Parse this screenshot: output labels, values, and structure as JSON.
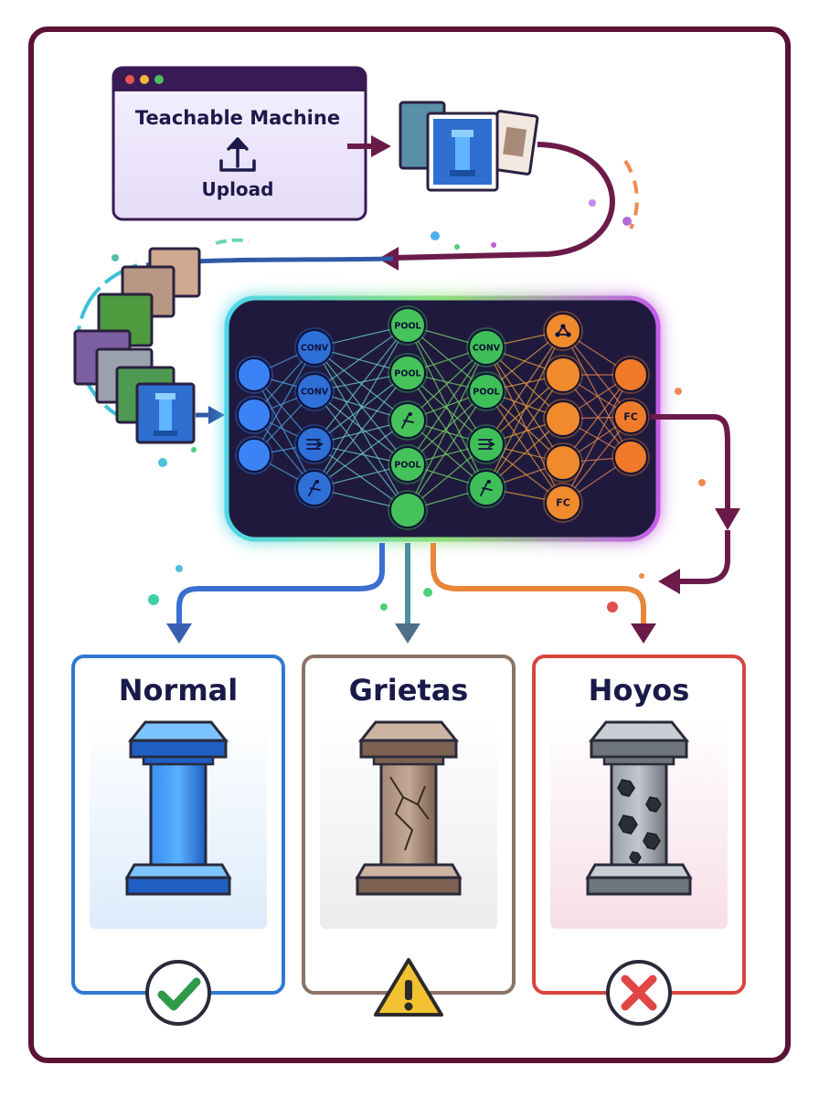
{
  "app": {
    "title": "Teachable Machine",
    "upload_label": "Upload",
    "window_dots": [
      "#e8554e",
      "#f2b53b",
      "#4cbf5a"
    ]
  },
  "network": {
    "layers": [
      {
        "name": "input",
        "color": "#3b82f6",
        "nodes": [
          "",
          "",
          ""
        ]
      },
      {
        "name": "conv-1",
        "color": "#2f6fd8",
        "nodes": [
          "CONV",
          "CONV",
          "flow-icon",
          "edge-icon"
        ]
      },
      {
        "name": "pool-1",
        "color": "#46c25a",
        "nodes": [
          "POOL",
          "POOL",
          "edge-icon",
          "POOL",
          ""
        ]
      },
      {
        "name": "conv-2",
        "color": "#3fbf58",
        "nodes": [
          "CONV",
          "POOL",
          "flow-icon",
          "edge-icon"
        ]
      },
      {
        "name": "fc-1",
        "color": "#f08a2c",
        "nodes": [
          "share-icon",
          "",
          "",
          "",
          "FC"
        ]
      },
      {
        "name": "fc-2",
        "color": "#f07a2a",
        "nodes": [
          "",
          "FC",
          ""
        ]
      }
    ]
  },
  "classes": [
    {
      "label": "Normal",
      "status": "check-icon",
      "border": "#2f78d4",
      "status_color": "#2f9a4a"
    },
    {
      "label": "Grietas",
      "status": "warning-icon",
      "border": "#8a7468",
      "status_color": "#f2c230"
    },
    {
      "label": "Hoyos",
      "status": "cross-icon",
      "border": "#d8453e",
      "status_color": "#e04646"
    }
  ],
  "colors": {
    "frame": "#5b1235",
    "network_bg": "#1f1a3d",
    "accent_purple": "#6b1b4a"
  }
}
